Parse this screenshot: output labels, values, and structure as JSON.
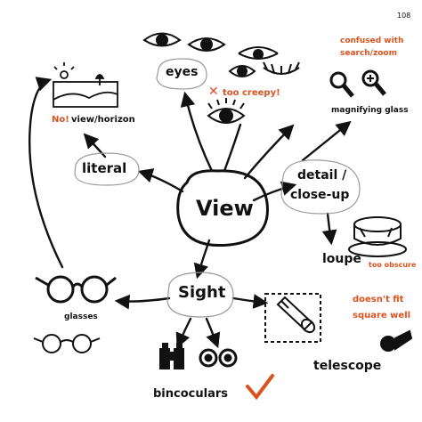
{
  "page_number": "108",
  "colors": {
    "ink": "#111111",
    "note": "#d9531e"
  },
  "center": {
    "label": "View"
  },
  "branches": {
    "eyes": {
      "label": "eyes",
      "note": "too creepy!",
      "note_mark": "✕"
    },
    "literal": {
      "label": "literal"
    },
    "view_horizon": {
      "label": "view/horizon",
      "note": "No!"
    },
    "detail": {
      "line1": "detail /",
      "line2": "close-up"
    },
    "magnifying": {
      "label": "magnifying glass",
      "note_line1": "confused with",
      "note_line2": "search/zoom"
    },
    "loupe": {
      "label": "loupe",
      "note": "too obscure"
    },
    "sight": {
      "label": "Sight"
    },
    "glasses": {
      "label": "glasses"
    },
    "binoculars": {
      "label": "bincoculars",
      "check": "✓"
    },
    "telescope": {
      "label": "telescope",
      "note_line1": "doesn't fit",
      "note_line2": "square well"
    }
  },
  "icons": [
    "eye-icon",
    "closed-eye-icon",
    "landscape-icon",
    "magnifier-icon",
    "zoom-in-icon",
    "loupe-icon",
    "glasses-icon",
    "binoculars-icon",
    "telescope-icon",
    "checkmark-icon"
  ]
}
